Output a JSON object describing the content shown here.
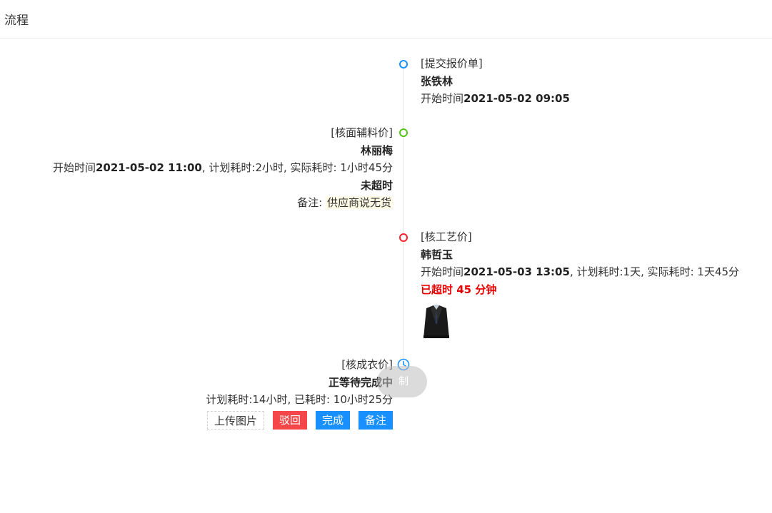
{
  "header": {
    "title": "流程"
  },
  "steps": [
    {
      "name": "[提交报价单]",
      "person": "张铁林",
      "start_label": "开始时间",
      "start_time": "2021-05-02 09:05",
      "dot_color": "#1890ff"
    },
    {
      "name": "[核面辅料价]",
      "person": "林丽梅",
      "start_label": "开始时间",
      "start_time": "2021-05-02 11:00",
      "plan_text": ", 计划耗时:2小时, 实际耗时: 1小时45分",
      "status": "未超时",
      "note_label": "备注: ",
      "note": "供应商说无货",
      "dot_color": "#52c41a"
    },
    {
      "name": "[核工艺价]",
      "person": "韩哲玉",
      "start_label": "开始时间",
      "start_time": "2021-05-03 13:05",
      "plan_text": ", 计划耗时:1天, 实际耗时: 1天45分",
      "status": "已超时 45 分钟",
      "attachment_icon": "suit-image",
      "dot_color": "#f5222d"
    },
    {
      "name": "[核成衣价]",
      "status": "正等待完成中",
      "plan_text": "计划耗时:14小时, 已耗时: 10小时25分",
      "dot_icon": "clock-icon",
      "buttons": {
        "upload": "上传图片",
        "reject": "驳回",
        "complete": "完成",
        "note": "备注"
      }
    }
  ],
  "toast": {
    "text": "制"
  }
}
